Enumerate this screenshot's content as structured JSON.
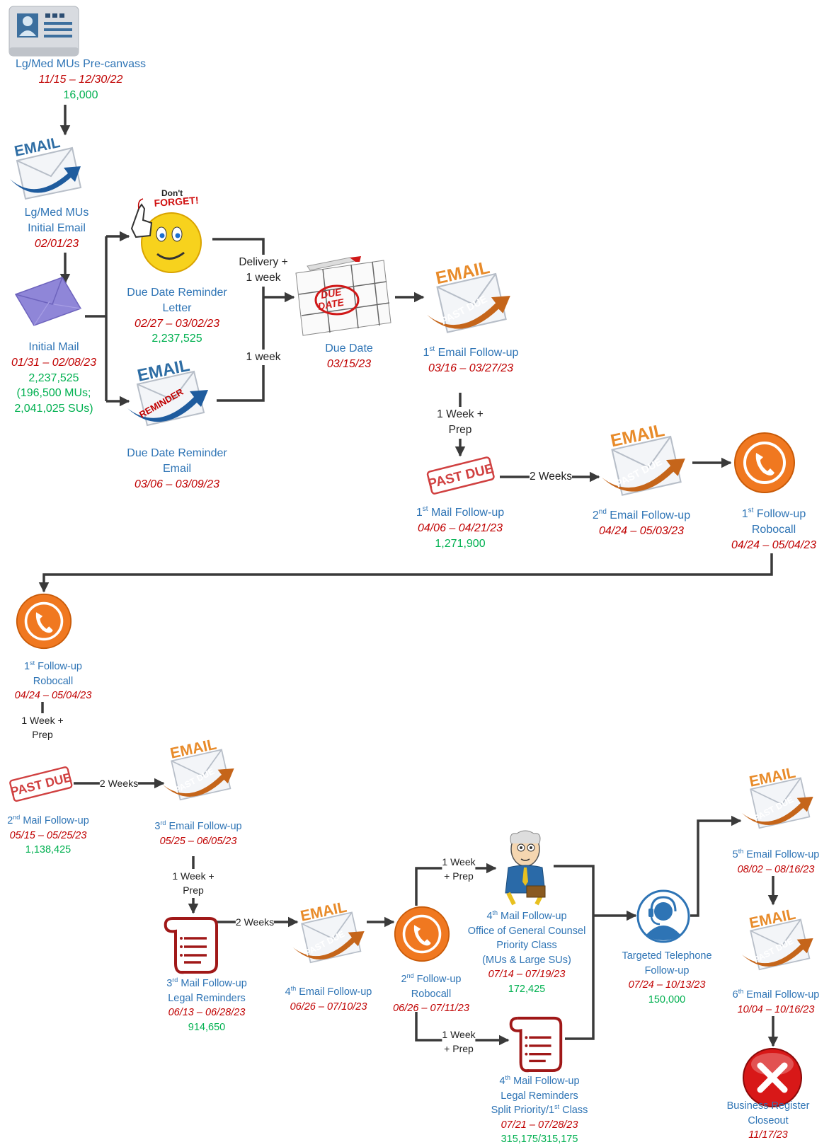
{
  "nodes": {
    "precanvass": {
      "title": "Lg/Med MUs Pre-canvass",
      "dates": "11/15 – 12/30/22",
      "count": "16,000"
    },
    "initial_email": {
      "title1": "Lg/Med MUs",
      "title2": "Initial Email",
      "dates": "02/01/23"
    },
    "initial_mail": {
      "title": "Initial Mail",
      "dates": "01/31 – 02/08/23",
      "count": "2,237,525",
      "note1": "(196,500 MUs;",
      "note2": "2,041,025 SUs)"
    },
    "reminder_letter": {
      "title1": "Due Date Reminder",
      "title2": "Letter",
      "dates": "02/27 – 03/02/23",
      "count": "2,237,525"
    },
    "reminder_email": {
      "title1": "Due Date Reminder",
      "title2": "Email",
      "dates": "03/06 – 03/09/23"
    },
    "due_date": {
      "title": "Due Date",
      "dates": "03/15/23"
    },
    "email_fu1": {
      "num": "1",
      "sup": "st",
      "title": "Email Follow-up",
      "dates": "03/16 – 03/27/23"
    },
    "mail_fu1": {
      "num": "1",
      "sup": "st",
      "title": "Mail Follow-up",
      "dates": "04/06 – 04/21/23",
      "count": "1,271,900"
    },
    "email_fu2": {
      "num": "2",
      "sup": "nd",
      "title": "Email Follow-up",
      "dates": "04/24 – 05/03/23"
    },
    "robocall1": {
      "num": "1",
      "sup": "st",
      "title": "Follow-up",
      "title2": "Robocall",
      "dates": "04/24 – 05/04/23"
    },
    "robocall1b": {
      "num": "1",
      "sup": "st",
      "title": "Follow-up",
      "title2": "Robocall",
      "dates": "04/24 – 05/04/23"
    },
    "mail_fu2": {
      "num": "2",
      "sup": "nd",
      "title": "Mail Follow-up",
      "dates": "05/15 – 05/25/23",
      "count": "1,138,425"
    },
    "email_fu3": {
      "num": "3",
      "sup": "rd",
      "title": "Email Follow-up",
      "dates": "05/25 – 06/05/23"
    },
    "mail_fu3": {
      "num": "3",
      "sup": "rd",
      "title": "Mail Follow-up",
      "title2": "Legal Reminders",
      "dates": "06/13 – 06/28/23",
      "count": "914,650"
    },
    "email_fu4": {
      "num": "4",
      "sup": "th",
      "title": "Email Follow-up",
      "dates": "06/26 – 07/10/23"
    },
    "robocall2": {
      "num": "2",
      "sup": "nd",
      "title": "Follow-up",
      "title2": "Robocall",
      "dates": "06/26 – 07/11/23"
    },
    "mail_fu4_ogc": {
      "num": "4",
      "sup": "th",
      "title": "Mail Follow-up",
      "line2": "Office of General Counsel",
      "line3": "Priority Class",
      "line4": "(MUs & Large SUs)",
      "dates": "07/14 – 07/19/23",
      "count": "172,425"
    },
    "mail_fu4_legal": {
      "num": "4",
      "sup": "th",
      "title": "Mail Follow-up",
      "line2": "Legal Reminders",
      "line3a": "Split Priority/1",
      "line3sup": "st",
      "line3b": " Class",
      "dates": "07/21 – 07/28/23",
      "count": "315,175/315,175"
    },
    "telephone": {
      "title1": "Targeted Telephone",
      "title2": "Follow-up",
      "dates": "07/24 – 10/13/23",
      "count": "150,000"
    },
    "email_fu5": {
      "num": "5",
      "sup": "th",
      "title": "Email Follow-up",
      "dates": "08/02 – 08/16/23"
    },
    "email_fu6": {
      "num": "6",
      "sup": "th",
      "title": "Email Follow-up",
      "dates": "10/04 – 10/16/23"
    },
    "closeout": {
      "title1": "Business Register",
      "title2": "Closeout",
      "dates": "11/17/23"
    }
  },
  "connectors": {
    "delivery_week_a": "Delivery +",
    "delivery_week_b": "1 week",
    "one_week": "1 week",
    "week_prep_a": "1 Week +",
    "week_prep_b": "Prep",
    "two_weeks": "2 Weeks",
    "week_prep2_a": "1 Week +",
    "week_prep2_b": "Prep",
    "two_weeks_b": "2 Weeks",
    "week_prep3_a": "1 Week +",
    "week_prep3_b": "Prep",
    "two_weeks_c": "2 Weeks",
    "week_prep4_a": "1 Week",
    "week_prep4_b": "+ Prep",
    "week_prep5_a": "1 Week",
    "week_prep5_b": "+ Prep"
  },
  "icon_text": {
    "email": "EMAIL",
    "past_due": "PAST DUE",
    "reminder": "REMINDER",
    "dont": "Don't",
    "forget": "FORGET!",
    "due": "DUE",
    "date": "DATE"
  },
  "colors": {
    "title": "#2e74b5",
    "dates": "#c00000",
    "count": "#00b050",
    "arrow": "#3a3a3a",
    "phone": "#f07820"
  }
}
